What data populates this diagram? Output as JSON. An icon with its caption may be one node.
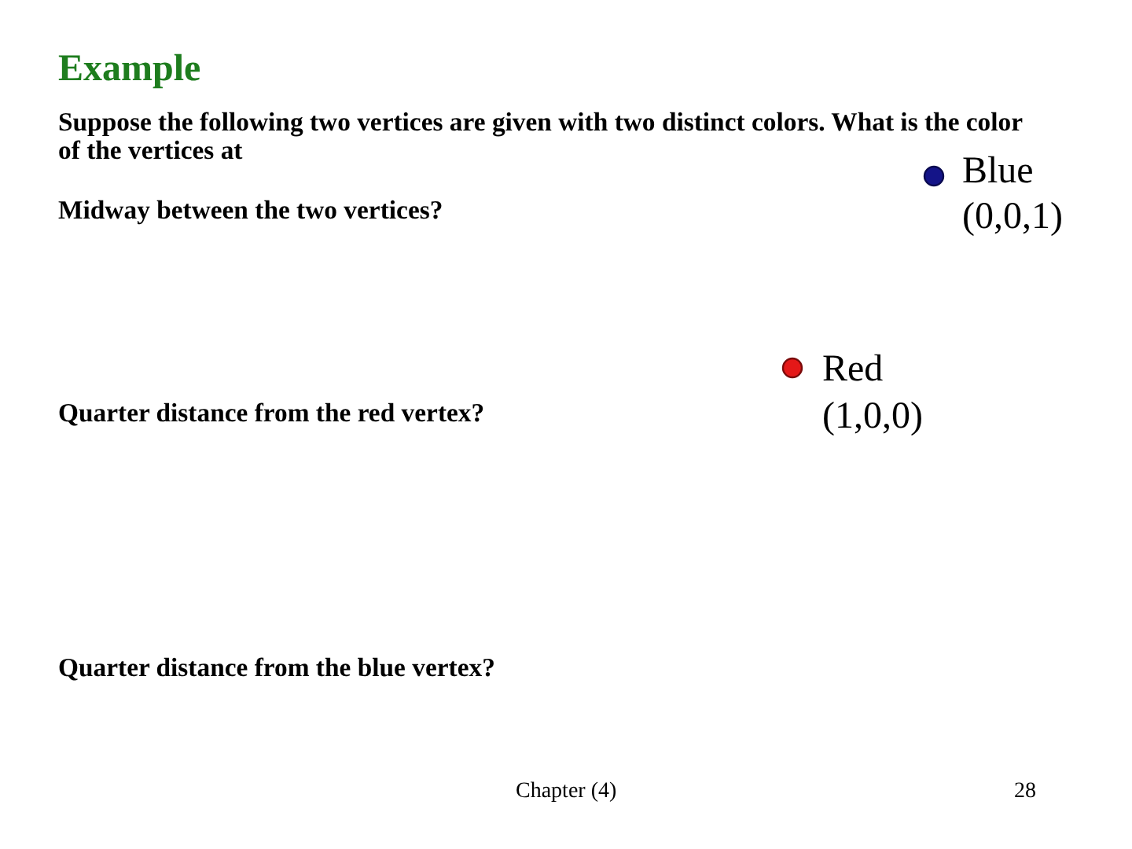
{
  "diagram": {
    "title": "Example",
    "nodes": [
      {
        "text": [],
        "shape": "circle",
        "beside": [
          "Blue (0,0,1)"
        ]
      },
      {
        "text": [],
        "shape": "circle",
        "beside": [
          "Red (1,0,0)"
        ]
      }
    ],
    "labels": [
      "Suppose the following two vertices are given with two distinct colors. What is the color of the vertices at",
      "Midway between the two vertices?",
      "Quarter distance from the red vertex?",
      "Quarter distance from the blue vertex?",
      "Chapter (4)",
      "28"
    ]
  }
}
